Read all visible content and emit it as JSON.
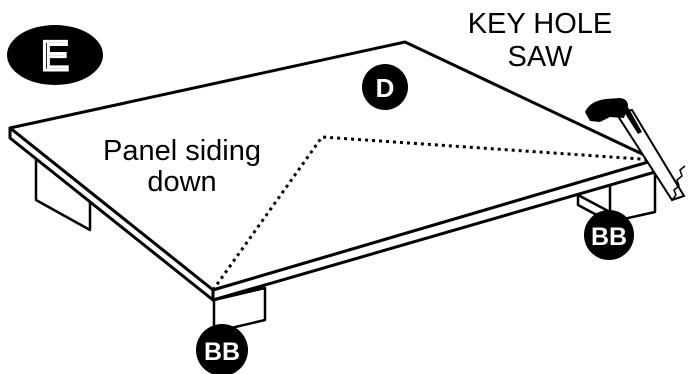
{
  "step": {
    "letter": "E",
    "badge_color": "#000000"
  },
  "part_label": "D",
  "support_label": "BB",
  "instruction": {
    "line1": "Panel siding",
    "line2": "down"
  },
  "tool": {
    "line1": "KEY HOLE",
    "line2": "SAW",
    "icon": "keyhole-saw-icon"
  },
  "colors": {
    "ink": "#000000",
    "paper": "#ffffff"
  }
}
